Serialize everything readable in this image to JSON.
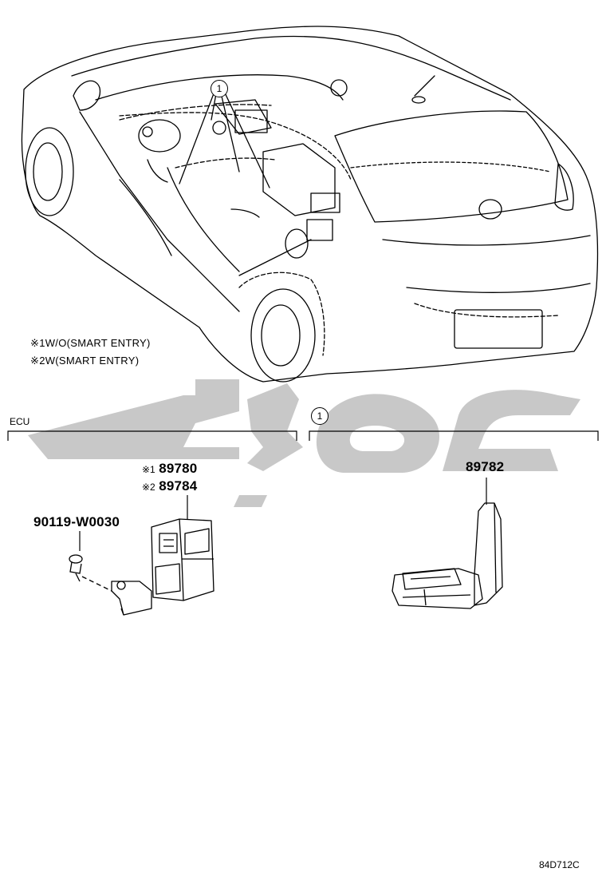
{
  "notes": [
    {
      "mark": "※1",
      "text": "W/O(SMART ENTRY)"
    },
    {
      "mark": "※2",
      "text": "W(SMART ENTRY)"
    }
  ],
  "callout_ref": "1",
  "groups": [
    {
      "label": "ECU",
      "ref": ""
    },
    {
      "label": "",
      "ref": "1"
    }
  ],
  "parts": {
    "ecu_no_smart": {
      "mark": "※1",
      "number": "89780"
    },
    "ecu_smart": {
      "mark": "※2",
      "number": "89784"
    },
    "bolt": {
      "number": "90119-W0030"
    },
    "antenna": {
      "number": "89782"
    }
  },
  "watermark_color": "#c8c8c8",
  "diagram_code": "84D712C"
}
